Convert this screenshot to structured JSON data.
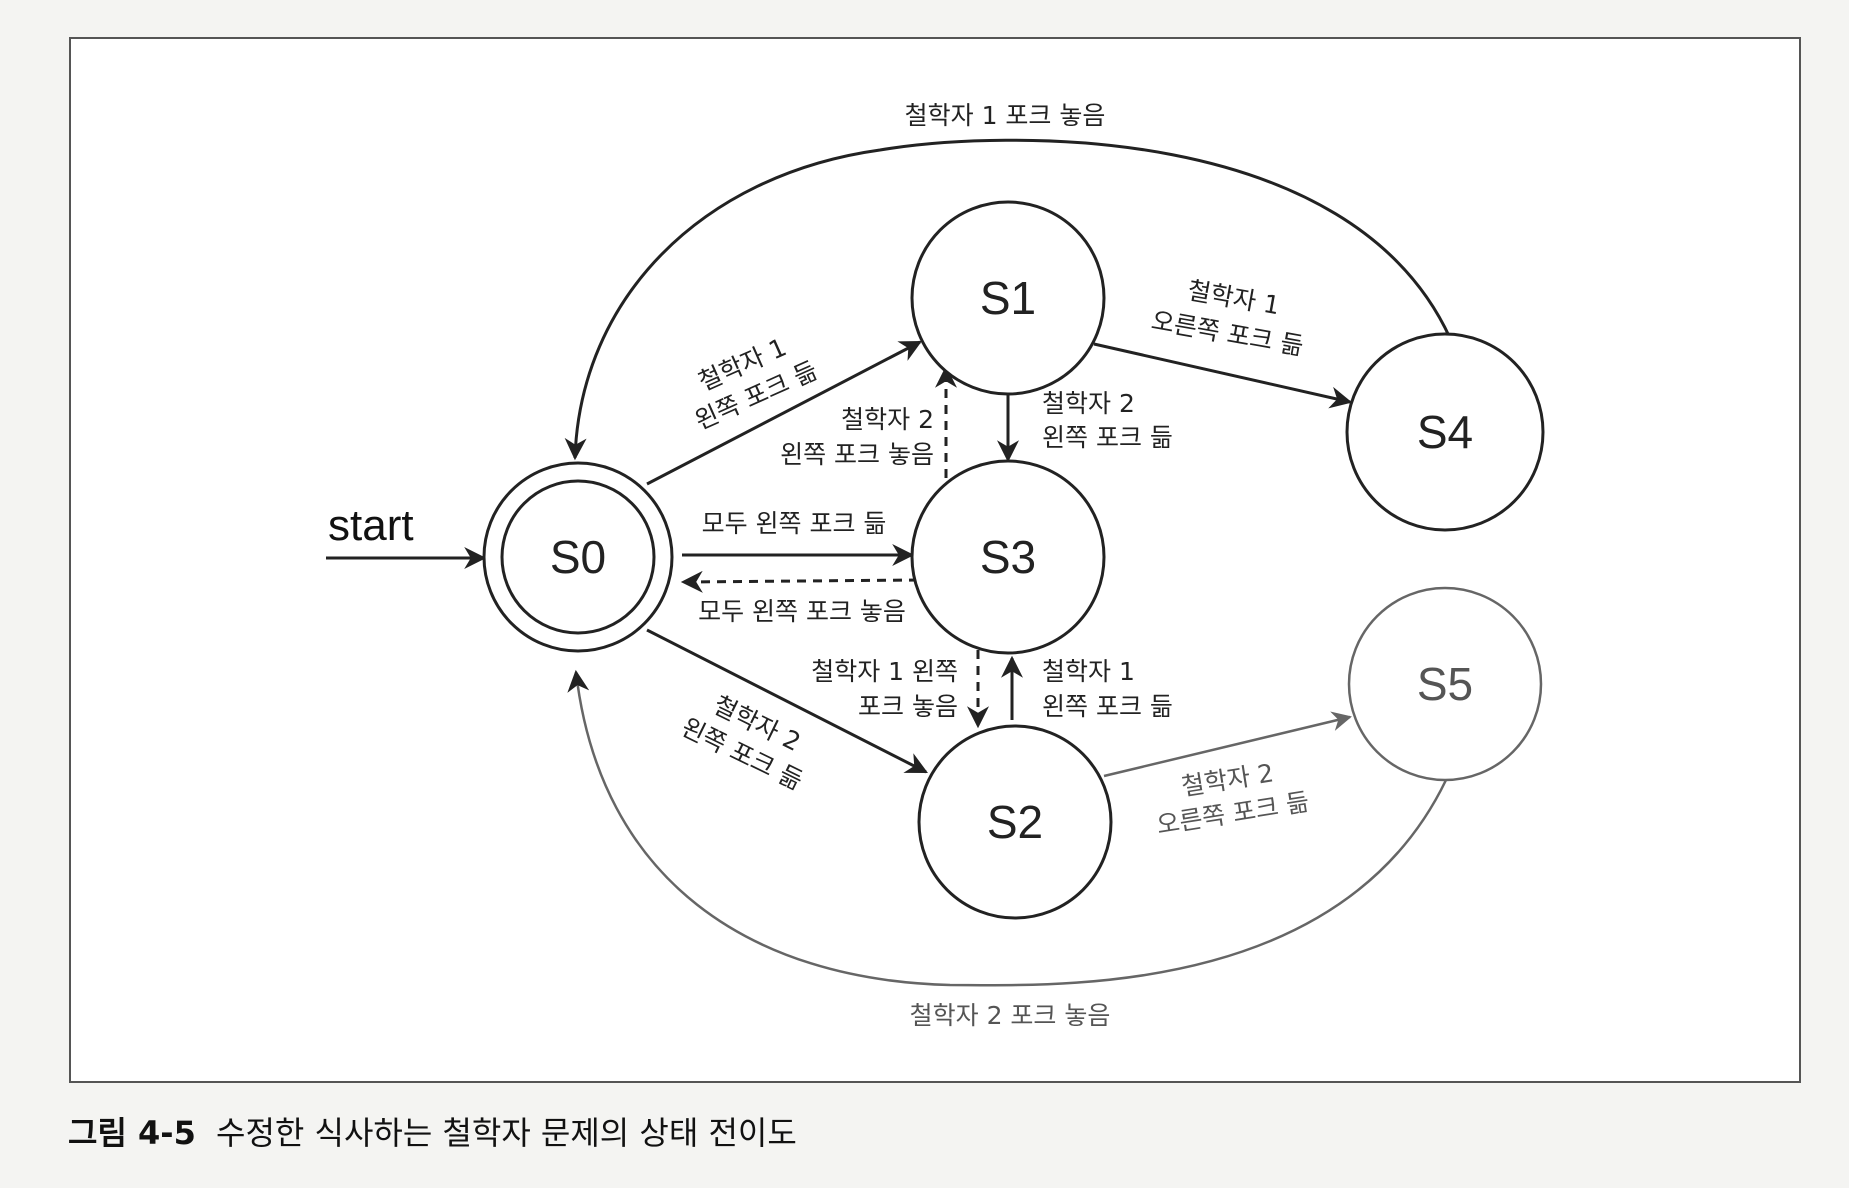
{
  "start_label": "start",
  "states": {
    "s0": "S0",
    "s1": "S1",
    "s2": "S2",
    "s3": "S3",
    "s4": "S4",
    "s5": "S5"
  },
  "transitions": {
    "top_arc": "철학자 1 포크 놓음",
    "bottom_arc": "철학자 2 포크 놓음",
    "s0_s1": [
      "철학자 1",
      "왼쪽 포크 듦"
    ],
    "s0_s2": [
      "철학자 2",
      "왼쪽 포크 듦"
    ],
    "s3_s1": [
      "철학자 2",
      "왼쪽 포크 놓음"
    ],
    "s1_s3": [
      "철학자 2",
      "왼쪽 포크 듦"
    ],
    "s0_s3": "모두 왼쪽 포크 듦",
    "s3_s0": "모두 왼쪽 포크 놓음",
    "s3_s2": [
      "철학자 1 왼쪽",
      "포크 놓음"
    ],
    "s2_s3": [
      "철학자 1",
      "왼쪽 포크 듦"
    ],
    "s1_s4": [
      "철학자 1",
      "오른쪽 포크 듦"
    ],
    "s2_s5": [
      "철학자 2",
      "오른쪽 포크 듦"
    ]
  },
  "caption": {
    "figure_number": "그림 4-5",
    "title": "수정한 식사하는 철학자 문제의 상태 전이도"
  }
}
